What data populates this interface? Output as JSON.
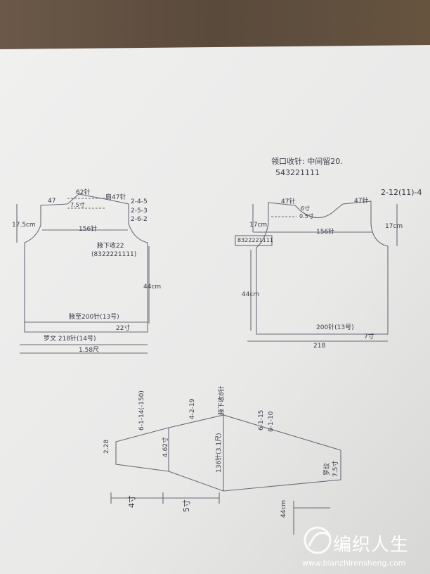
{
  "front": {
    "neck_sts": "62针",
    "neck_left_note": "47",
    "neck_drop": "7.5寸",
    "shoulder": "肩47针",
    "shoulder_seq": [
      "2-4-5",
      "2-5-3",
      "2-6-2"
    ],
    "height_label": "17.5cm",
    "width_sts": "156针",
    "underarm": "腋下收22",
    "underarm_seq": "(8322221111)",
    "body_len": "44cm",
    "bottom_sts": "腋至200针(13号)",
    "bottom_inch": "22寸",
    "rib_label": "罗文 218针(14号)",
    "rib_inch": "1.58尺"
  },
  "back": {
    "neck_title": "领口收针: 中间留20.",
    "neck_seq": "543221111",
    "left_shoulder": "47针",
    "right_shoulder": "47针",
    "shoulder_seq": "2-12(11)-4",
    "neck_small1": "6寸",
    "neck_small2": "0.5寸",
    "height_left": "17cm",
    "height_right": "17cm",
    "width_sts": "156针",
    "underarm_seq": "8322221111",
    "body_len": "44cm",
    "bottom_sts": "200针(13号)",
    "bottom_inch": "7寸",
    "bottom_width": "218"
  },
  "sleeve": {
    "cuff_top": "2.28",
    "seq1": "6-1-14(-150)",
    "mid_label": "4.62寸",
    "seq2": "4-2-19",
    "top_sts": "腋下收8针",
    "center_label": "136针(3.1尺)",
    "seq3": "6-1-15",
    "seq4": "8-1-10",
    "cuff_label": "罗纹",
    "cuff_inch": "7.5寸",
    "dim1": "4寸",
    "dim2": "5寸",
    "dim3": "44cm"
  },
  "watermark": {
    "text": "编织人生",
    "url": "www.bianzhirensheng.com"
  },
  "colors": {
    "table": "#5a4a3c",
    "paper": "#ebebeb",
    "ink": "#6a6a78"
  }
}
